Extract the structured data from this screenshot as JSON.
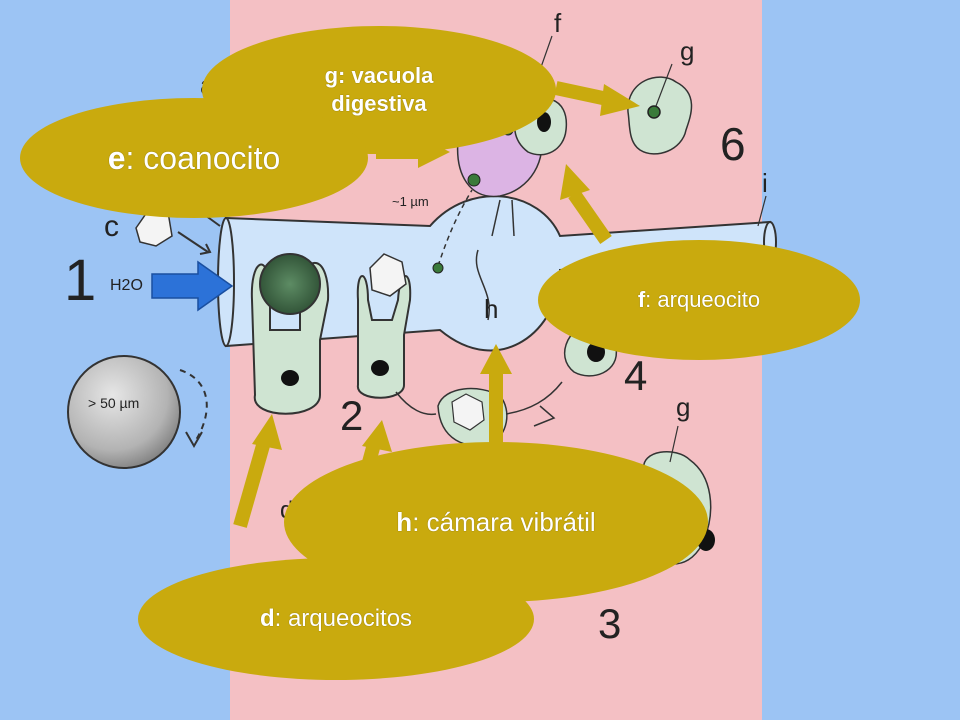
{
  "colors": {
    "background": "#9cc4f4",
    "sponge_wall": "#f4c0c4",
    "chamber": "#cfe4fa",
    "cell": "#cfe4d2",
    "callout": "#c9aa0e",
    "water_arrow": "#2c72d8",
    "archaeocyte_purple": "#dcb4e4"
  },
  "callouts": {
    "g": {
      "letter": "g",
      "text": ": vacuola",
      "text2": "digestiva"
    },
    "e": {
      "letter": "e",
      "text": ": coanocito"
    },
    "f": {
      "letter": "f",
      "text": ": arqueocito"
    },
    "h": {
      "letter": "h",
      "text": ": cámara vibrátil"
    },
    "d": {
      "letter": "d",
      "text": ": arqueocitos"
    }
  },
  "figure_labels": {
    "n1": "1",
    "n2": "2",
    "n3": "3",
    "n4": "4",
    "n6": "6",
    "c": "c",
    "a": "a",
    "f": "f",
    "g_top": "g",
    "g_bottom": "g",
    "h": "h",
    "i": "i",
    "d": "d",
    "water": "H2O",
    "size_large": "> 50 µm",
    "size_small": "~1 µm"
  }
}
